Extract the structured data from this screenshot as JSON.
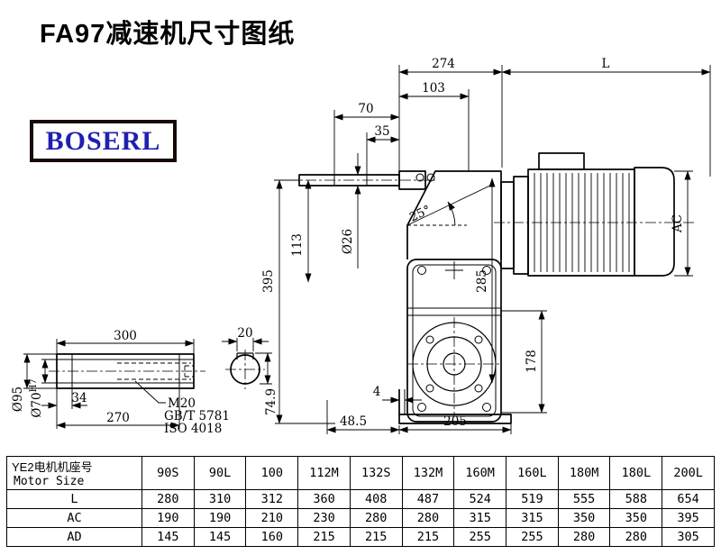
{
  "title": "FA97减速机尺寸图纸",
  "logo": {
    "text": "BOSERL"
  },
  "drawing": {
    "dims": {
      "d274": "274",
      "dL": "L",
      "d103": "103",
      "d70": "70",
      "d35": "35",
      "angle": "25°",
      "d26": "Ø26",
      "d113": "113",
      "d395": "395",
      "d285": "285",
      "dAC": "AC",
      "d178": "178",
      "d4": "4",
      "d48_5": "48.5",
      "d205": "205"
    },
    "shaft_detail": {
      "d300": "300",
      "d34": "34",
      "d270": "270",
      "d95": "Ø95",
      "d70": "Ø70",
      "d70_tol": "H7",
      "m20": "M20",
      "gb": "GB/T 5781",
      "iso": "ISO 4018",
      "d20": "20",
      "d74_9": "74.9"
    }
  },
  "table": {
    "header_cn": "YE2电机机座号",
    "header_en": "Motor Size",
    "sizes": [
      "90S",
      "90L",
      "100",
      "112M",
      "132S",
      "132M",
      "160M",
      "160L",
      "180M",
      "180L",
      "200L"
    ],
    "rows": [
      {
        "label": "L",
        "values": [
          "280",
          "310",
          "312",
          "360",
          "408",
          "487",
          "524",
          "519",
          "555",
          "588",
          "654"
        ]
      },
      {
        "label": "AC",
        "values": [
          "190",
          "190",
          "210",
          "230",
          "280",
          "280",
          "315",
          "315",
          "350",
          "350",
          "395"
        ]
      },
      {
        "label": "AD",
        "values": [
          "145",
          "145",
          "160",
          "215",
          "215",
          "215",
          "255",
          "255",
          "280",
          "280",
          "305"
        ]
      }
    ]
  }
}
